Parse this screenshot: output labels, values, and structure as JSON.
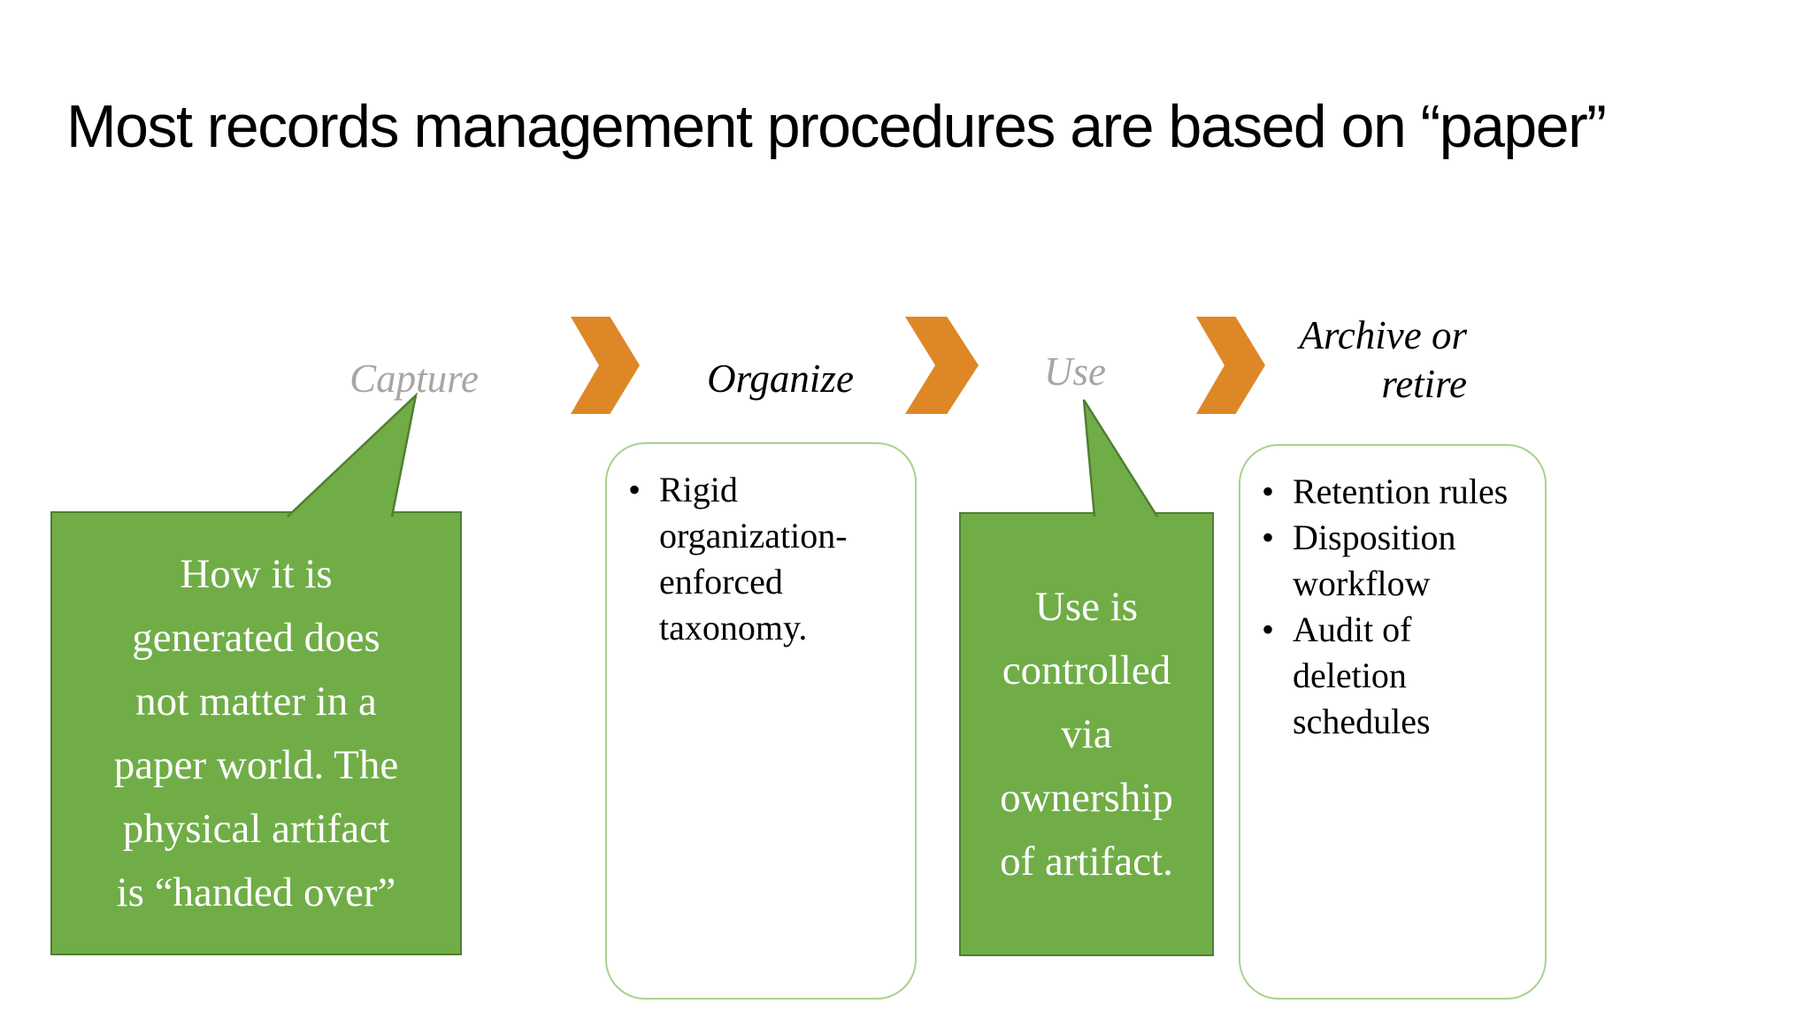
{
  "title": "Most records management procedures are based on “paper”",
  "colors": {
    "chevron_orange": "#de8727",
    "callout_green_fill": "#70ad47",
    "callout_green_border": "#507e32",
    "panel_border_light_green": "#a9d18e",
    "muted_label_gray": "#a6a6a6",
    "text_black": "#000000",
    "text_white": "#ffffff"
  },
  "flow": {
    "stages": [
      {
        "label": "Capture"
      },
      {
        "label": "Organize"
      },
      {
        "label": "Use"
      },
      {
        "label_line1": "Archive or",
        "label_line2": "retire"
      }
    ]
  },
  "callouts": {
    "capture": {
      "lines": [
        "How it is",
        "generated does",
        "not matter in a",
        "paper world. The",
        "physical artifact",
        "is “handed over”"
      ]
    },
    "use": {
      "lines": [
        "Use is",
        "controlled",
        "via",
        "ownership",
        "of artifact."
      ]
    }
  },
  "panels": {
    "organize": {
      "bullet_char": "•",
      "bullets": [
        "Rigid organization-enforced taxonomy."
      ]
    },
    "archive": {
      "bullet_char": "•",
      "bullets": [
        "Retention rules",
        "Disposition workflow",
        "Audit of deletion schedules"
      ]
    }
  }
}
